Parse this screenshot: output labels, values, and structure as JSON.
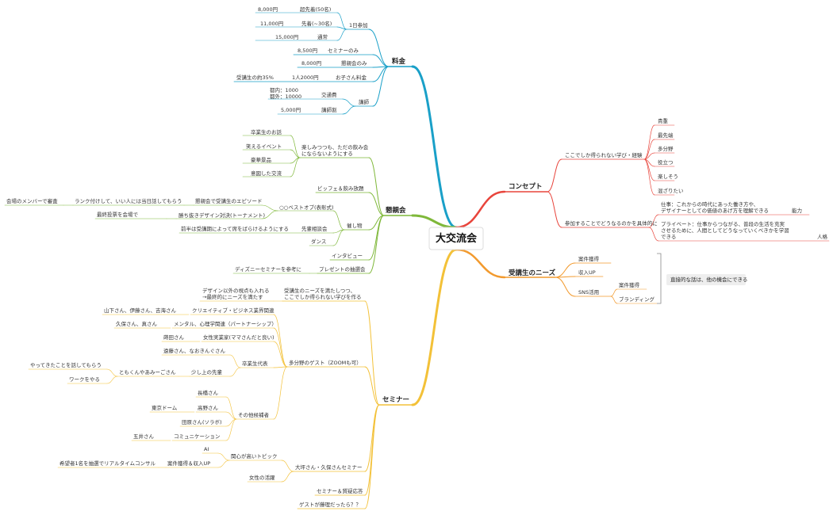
{
  "center": "大交流会",
  "colors": {
    "fee": "#1aa0c8",
    "party": "#7fb83a",
    "seminar": "#f3c138",
    "concept": "#e8453c",
    "needs": "#f29a2e"
  },
  "fee": {
    "title": "料金",
    "one_day": {
      "label": "1日参加",
      "items": [
        {
          "price": "8,000円",
          "cond": "超先着(50名)"
        },
        {
          "price": "11,000円",
          "cond": "先着(~30名)"
        },
        {
          "price": "15,000円",
          "cond": "通常"
        }
      ]
    },
    "seminar_only": {
      "price": "8,500円",
      "cond": "セミナーのみ"
    },
    "party_only": {
      "price": "8,000円",
      "cond": "懇親会のみ"
    },
    "kids": {
      "label": "お子さん料金",
      "value": "1人2000円",
      "note": "受講生の約35%"
    },
    "speaker": {
      "label": "講師",
      "transport": "交通費",
      "transport_in": "都内：1000",
      "transport_out": "都外：10000",
      "fee_label": "講師割",
      "fee_value": "5,000円"
    }
  },
  "party": {
    "title": "懇親会",
    "fun": {
      "label": "楽しみつつも、ただの飲み会にならないようにする",
      "items": [
        "卒業生のお話",
        "笑えるイベント",
        "豪華景品",
        "意図した交流"
      ]
    },
    "buffet": "ビッフェ＆飲み放題",
    "events": {
      "label": "催し物",
      "best_of": "○○ベストオブ(表彰式)",
      "episode": "懇親会で受講生のエピソード",
      "episode_detail": "ランク付けして、いい人には当日話してもらう",
      "episode_audience": "会場のメンバーで審査",
      "tournament": "勝ち抜きデザイン対決(トーナメント)",
      "tournament_vote": "最終投票を会場で",
      "senior": "先輩相談会",
      "senior_detail": "前半は受講期によって席をばらけるようにする",
      "dance": "ダンス",
      "interview": "インタビュー"
    },
    "present": "プレゼントの抽選会",
    "present_ref": "ディズニーセミナーを参考に"
  },
  "seminar": {
    "title": "セミナー",
    "theme": "受講生のニーズを満たしつつ、ここでしか得られない学びを作る",
    "theme_sub": "デザイン以外の視点も入れる→最終的にニーズを満たす",
    "guests": {
      "label": "多分野のゲスト（ZOOMも可）",
      "creative": "クリエイティブ・ビジネス業界関連",
      "creative_who": "山下さん、伊藤さん、吉海さん",
      "mental": "メンタル、心理学関連（パートナーシップ）",
      "mental_who": "久保さん、真さん",
      "women": "女性実業家(ママさんだと良い)",
      "women_who": "蒔田さん",
      "grads": "卒業生代表",
      "grads_who": "遠藤さん、なおきんぐさん",
      "seniors": "少し上の先輩",
      "seniors_who": "ともくんやあみーごさん",
      "seniors_a": "やってきたことを話してもらう",
      "seniors_b": "ワークをやる",
      "others": "その他候補者",
      "o1": "長橋さん",
      "o2": "高野さん",
      "o2_note": "東京ドーム",
      "o3": "田原さん(ソラボ)",
      "o4": "コミュニケーション",
      "o4_who": "五井さん"
    },
    "otsubo": {
      "label": "大坪さん・久保さんセミナー",
      "topic": "関心が高いトピック",
      "ai": "AI",
      "jobs": "案件獲得＆収入UP",
      "jobs_note": "希望者1名を抽選でリアルタイムコンサル",
      "women": "女性の活躍"
    },
    "qa": "セミナー＆質疑応答",
    "guest_q": "ゲストが藤理だったら？？"
  },
  "concept": {
    "title": "コンセプト",
    "only_here": "ここでしか得られない学び・経験",
    "tags": [
      "貴重",
      "最先端",
      "多分野",
      "役立つ",
      "楽しそう",
      "混ざりたい"
    ],
    "concrete": "参加することでどうなるのかを具体的に",
    "work": "仕事：これからの時代にあった働き方や、デザイナーとしての価値のあげ方を理解できる",
    "work_tag": "能力",
    "private": "プライベート：仕事からつながる、普段の生活を充実させるために、人間としてどうなっていくべきかを学習できる",
    "private_tag": "人格"
  },
  "needs": {
    "title": "受講生のニーズ",
    "items": [
      "案件獲得",
      "収入UP",
      "SNS活用"
    ],
    "sns": [
      "案件獲得",
      "ブランディング"
    ],
    "note": "直接的な話は、他の機会にできる"
  }
}
